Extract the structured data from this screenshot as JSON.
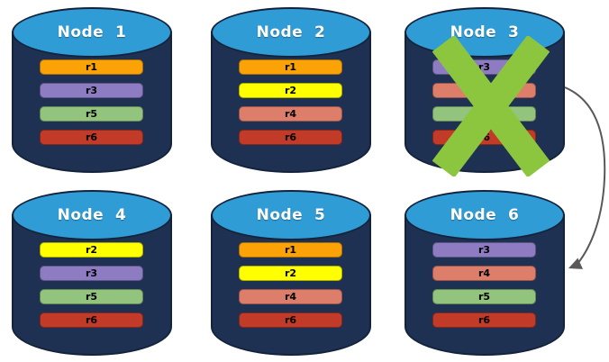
{
  "diagram": {
    "description": "Replicated database nodes with failed node and failover arrow",
    "nodes": [
      {
        "title": "Node  1",
        "failed": false,
        "replicas": [
          {
            "label": "r1",
            "color": "#FBA306"
          },
          {
            "label": "r3",
            "color": "#8E7CC3"
          },
          {
            "label": "r5",
            "color": "#93C47D"
          },
          {
            "label": "r6",
            "color": "#C23A28"
          }
        ]
      },
      {
        "title": "Node  2",
        "failed": false,
        "replicas": [
          {
            "label": "r1",
            "color": "#FBA306"
          },
          {
            "label": "r2",
            "color": "#FFFF00"
          },
          {
            "label": "r4",
            "color": "#DD7E6B"
          },
          {
            "label": "r6",
            "color": "#C23A28"
          }
        ]
      },
      {
        "title": "Node  3",
        "failed": true,
        "replicas": [
          {
            "label": "r3",
            "color": "#8E7CC3"
          },
          {
            "label": "r4",
            "color": "#DD7E6B"
          },
          {
            "label": "r5",
            "color": "#93C47D"
          },
          {
            "label": "r6",
            "color": "#C23A28"
          }
        ]
      },
      {
        "title": "Node  4",
        "failed": false,
        "replicas": [
          {
            "label": "r2",
            "color": "#FFFF00"
          },
          {
            "label": "r3",
            "color": "#8E7CC3"
          },
          {
            "label": "r5",
            "color": "#93C47D"
          },
          {
            "label": "r6",
            "color": "#C23A28"
          }
        ]
      },
      {
        "title": "Node  5",
        "failed": false,
        "replicas": [
          {
            "label": "r1",
            "color": "#FBA306"
          },
          {
            "label": "r2",
            "color": "#FFFF00"
          },
          {
            "label": "r4",
            "color": "#DD7E6B"
          },
          {
            "label": "r6",
            "color": "#C23A28"
          }
        ]
      },
      {
        "title": "Node  6",
        "failed": false,
        "replicas": [
          {
            "label": "r3",
            "color": "#8E7CC3"
          },
          {
            "label": "r4",
            "color": "#DD7E6B"
          },
          {
            "label": "r5",
            "color": "#93C47D"
          },
          {
            "label": "r6",
            "color": "#C23A28"
          }
        ]
      }
    ],
    "failed_node": "Node 3",
    "arrow": {
      "from": "Node 3",
      "to": "Node 6"
    },
    "colors": {
      "cylinder_body": "#1F3152",
      "cylinder_outline": "#14233C",
      "cylinder_top": "#2F9CD6",
      "node_title": "#FFFFFF",
      "bar_label": "#000000",
      "failure_x": "#8CC63E",
      "arrow": "#595959"
    }
  }
}
